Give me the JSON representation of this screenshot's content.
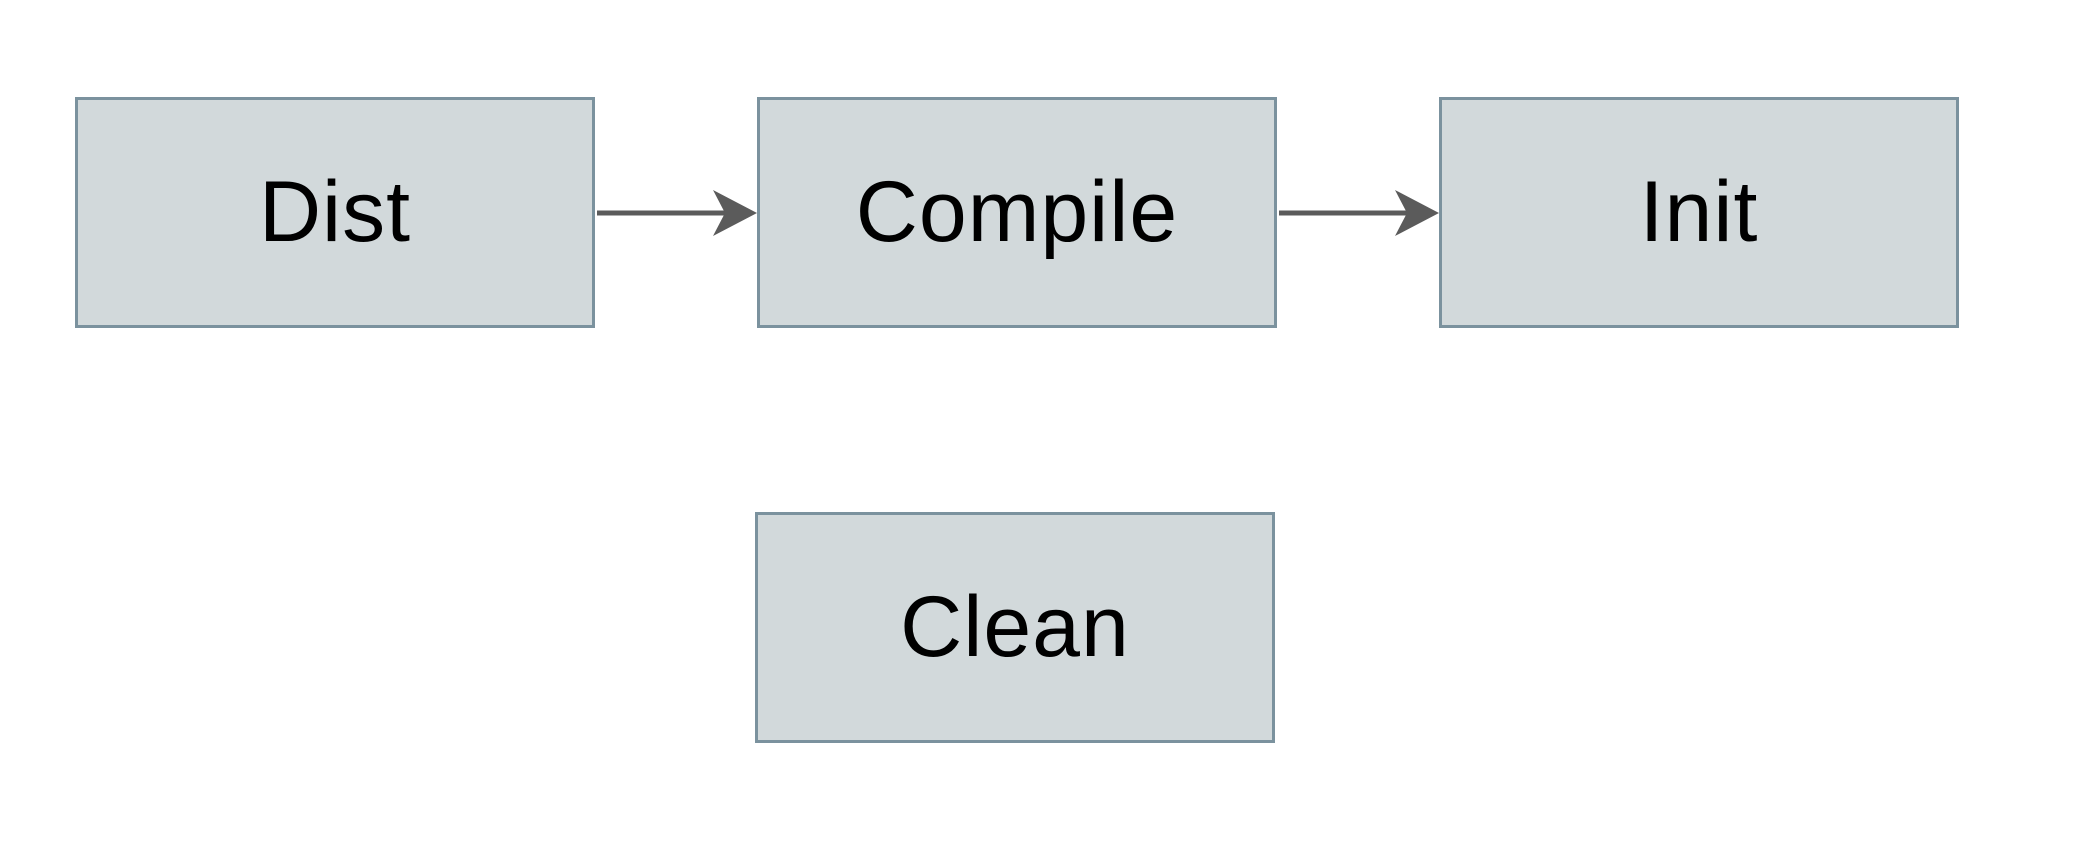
{
  "diagram": {
    "background_color": "#ffffff",
    "node_fill_color": "#d2d9db",
    "node_border_color": "#7b929e",
    "arrow_color": "#5b5b5b",
    "text_color": "#000000",
    "nodes": [
      {
        "id": "dist",
        "label": "Dist"
      },
      {
        "id": "compile",
        "label": "Compile"
      },
      {
        "id": "init",
        "label": "Init"
      },
      {
        "id": "clean",
        "label": "Clean"
      }
    ],
    "edges": [
      {
        "from": "dist",
        "to": "compile",
        "icon": "arrow-right-icon"
      },
      {
        "from": "compile",
        "to": "init",
        "icon": "arrow-right-icon"
      }
    ]
  }
}
